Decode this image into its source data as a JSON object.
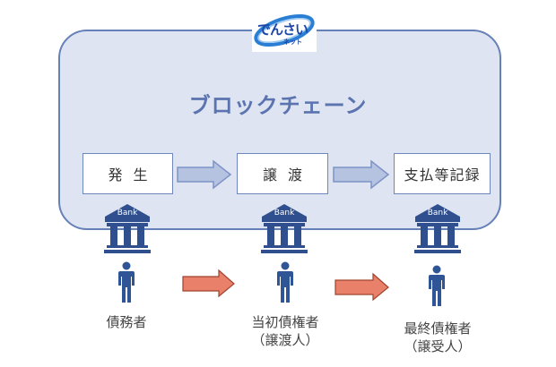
{
  "logo": {
    "main_text": "でんさい",
    "sub_text": "ネット"
  },
  "blockchain": {
    "title": "ブロックチェーン"
  },
  "steps": [
    {
      "label": "発生"
    },
    {
      "label": "譲渡"
    },
    {
      "label": "支払等記録"
    }
  ],
  "banks": [
    {
      "label": "Bank"
    },
    {
      "label": "Bank"
    },
    {
      "label": "Bank"
    }
  ],
  "parties": [
    {
      "line1": "債務者",
      "line2": ""
    },
    {
      "line1": "当初債権者",
      "line2": "（譲渡人）"
    },
    {
      "line1": "最終債権者",
      "line2": "（譲受人）"
    }
  ],
  "colors": {
    "chain_fill": "#dee4f1",
    "chain_border": "#6680b8",
    "title": "#5b74b0",
    "bank_icon": "#2f4f8f",
    "person_icon": "#2f5597",
    "step_arrow_fill": "#b6c3e0",
    "step_arrow_stroke": "#7d93c6",
    "transfer_arrow_fill": "#e8806a",
    "transfer_arrow_stroke": "#a0432f"
  }
}
